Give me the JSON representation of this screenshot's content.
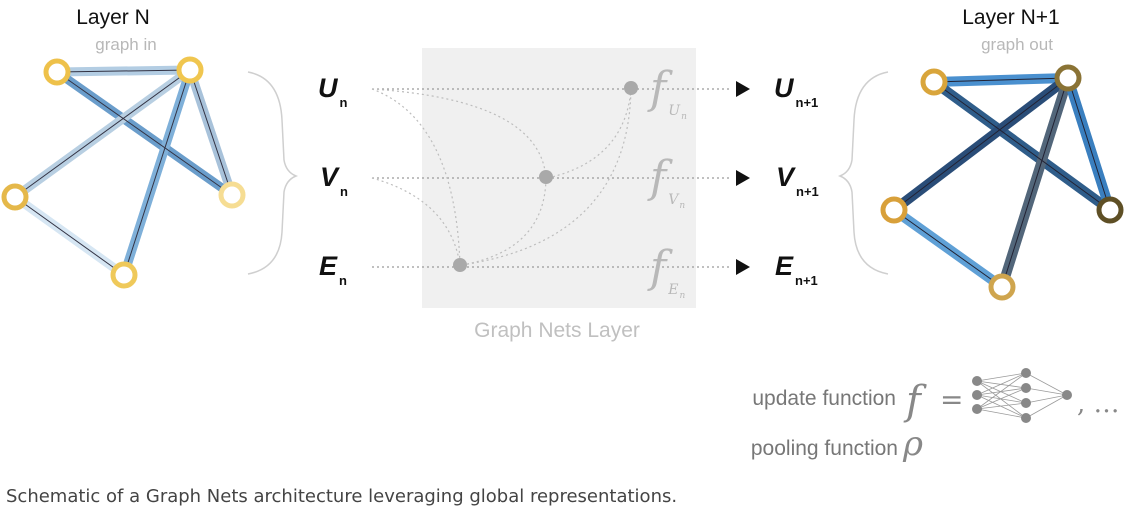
{
  "left_panel": {
    "title": "Layer N",
    "subtitle": "graph in"
  },
  "right_panel": {
    "title": "Layer N+1",
    "subtitle": "graph out"
  },
  "inputs": [
    {
      "main": "U",
      "sub": "n"
    },
    {
      "main": "V",
      "sub": "n"
    },
    {
      "main": "E",
      "sub": "n"
    }
  ],
  "outputs": [
    {
      "main": "U",
      "sub": "n+1"
    },
    {
      "main": "V",
      "sub": "n+1"
    },
    {
      "main": "E",
      "sub": "n+1"
    }
  ],
  "functions": [
    {
      "main": "f",
      "sub": "U",
      "subsub": "n"
    },
    {
      "main": "f",
      "sub": "V",
      "subsub": "n"
    },
    {
      "main": "f",
      "sub": "E",
      "subsub": "n"
    }
  ],
  "box_label": "Graph Nets Layer",
  "legend": {
    "update_label": "update function",
    "update_symbol": "f",
    "equals": "=",
    "ellipsis": ", …",
    "pooling_label": "pooling function",
    "pooling_symbol": "ρ"
  },
  "caption": "Schematic of a Graph Nets architecture leveraging global representations.",
  "colors": {
    "node_in": "#f2c94c",
    "node_out": "#d9a53b",
    "node_out_dark": "#6b5a2a",
    "edge_in": "#9cc3e4",
    "edge_out": "#3b78b5",
    "gray": "#b0b0b0",
    "box": "#f0f0f0"
  }
}
